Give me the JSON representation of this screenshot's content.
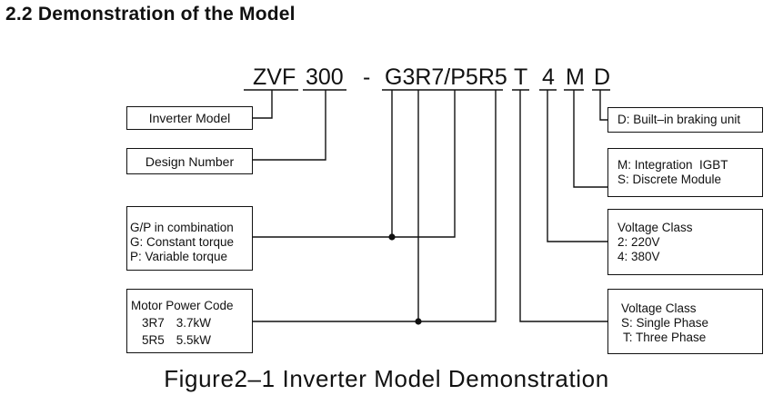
{
  "section_title": "2.2 Demonstration of the Model",
  "model_code": {
    "seg_zvf": "ZVF",
    "seg_300": "300",
    "seg_dash": "-",
    "seg_g3r7": "G3R7/P5R5",
    "seg_t": "T",
    "seg_4": "4",
    "seg_m": "M",
    "seg_d": "D"
  },
  "boxes": {
    "inverter_model": "Inverter Model",
    "design_number": "Design Number",
    "gp": [
      "G/P in combination",
      "G: Constant torque",
      "P: Variable torque"
    ],
    "motor_power": {
      "title": "Motor Power Code",
      "rows": [
        {
          "code": "3R7",
          "power": "3.7kW"
        },
        {
          "code": "5R5",
          "power": "5.5kW"
        }
      ]
    },
    "braking": "D: Built–in braking unit",
    "igbt": [
      "M: Integration  IGBT",
      "S: Discrete Module"
    ],
    "voltage_class": [
      "Voltage Class",
      "2: 220V",
      "4: 380V"
    ],
    "phase": [
      "Voltage Class",
      "S: Single Phase",
      "T: Three Phase"
    ]
  },
  "caption": "Figure2–1   Inverter Model Demonstration"
}
